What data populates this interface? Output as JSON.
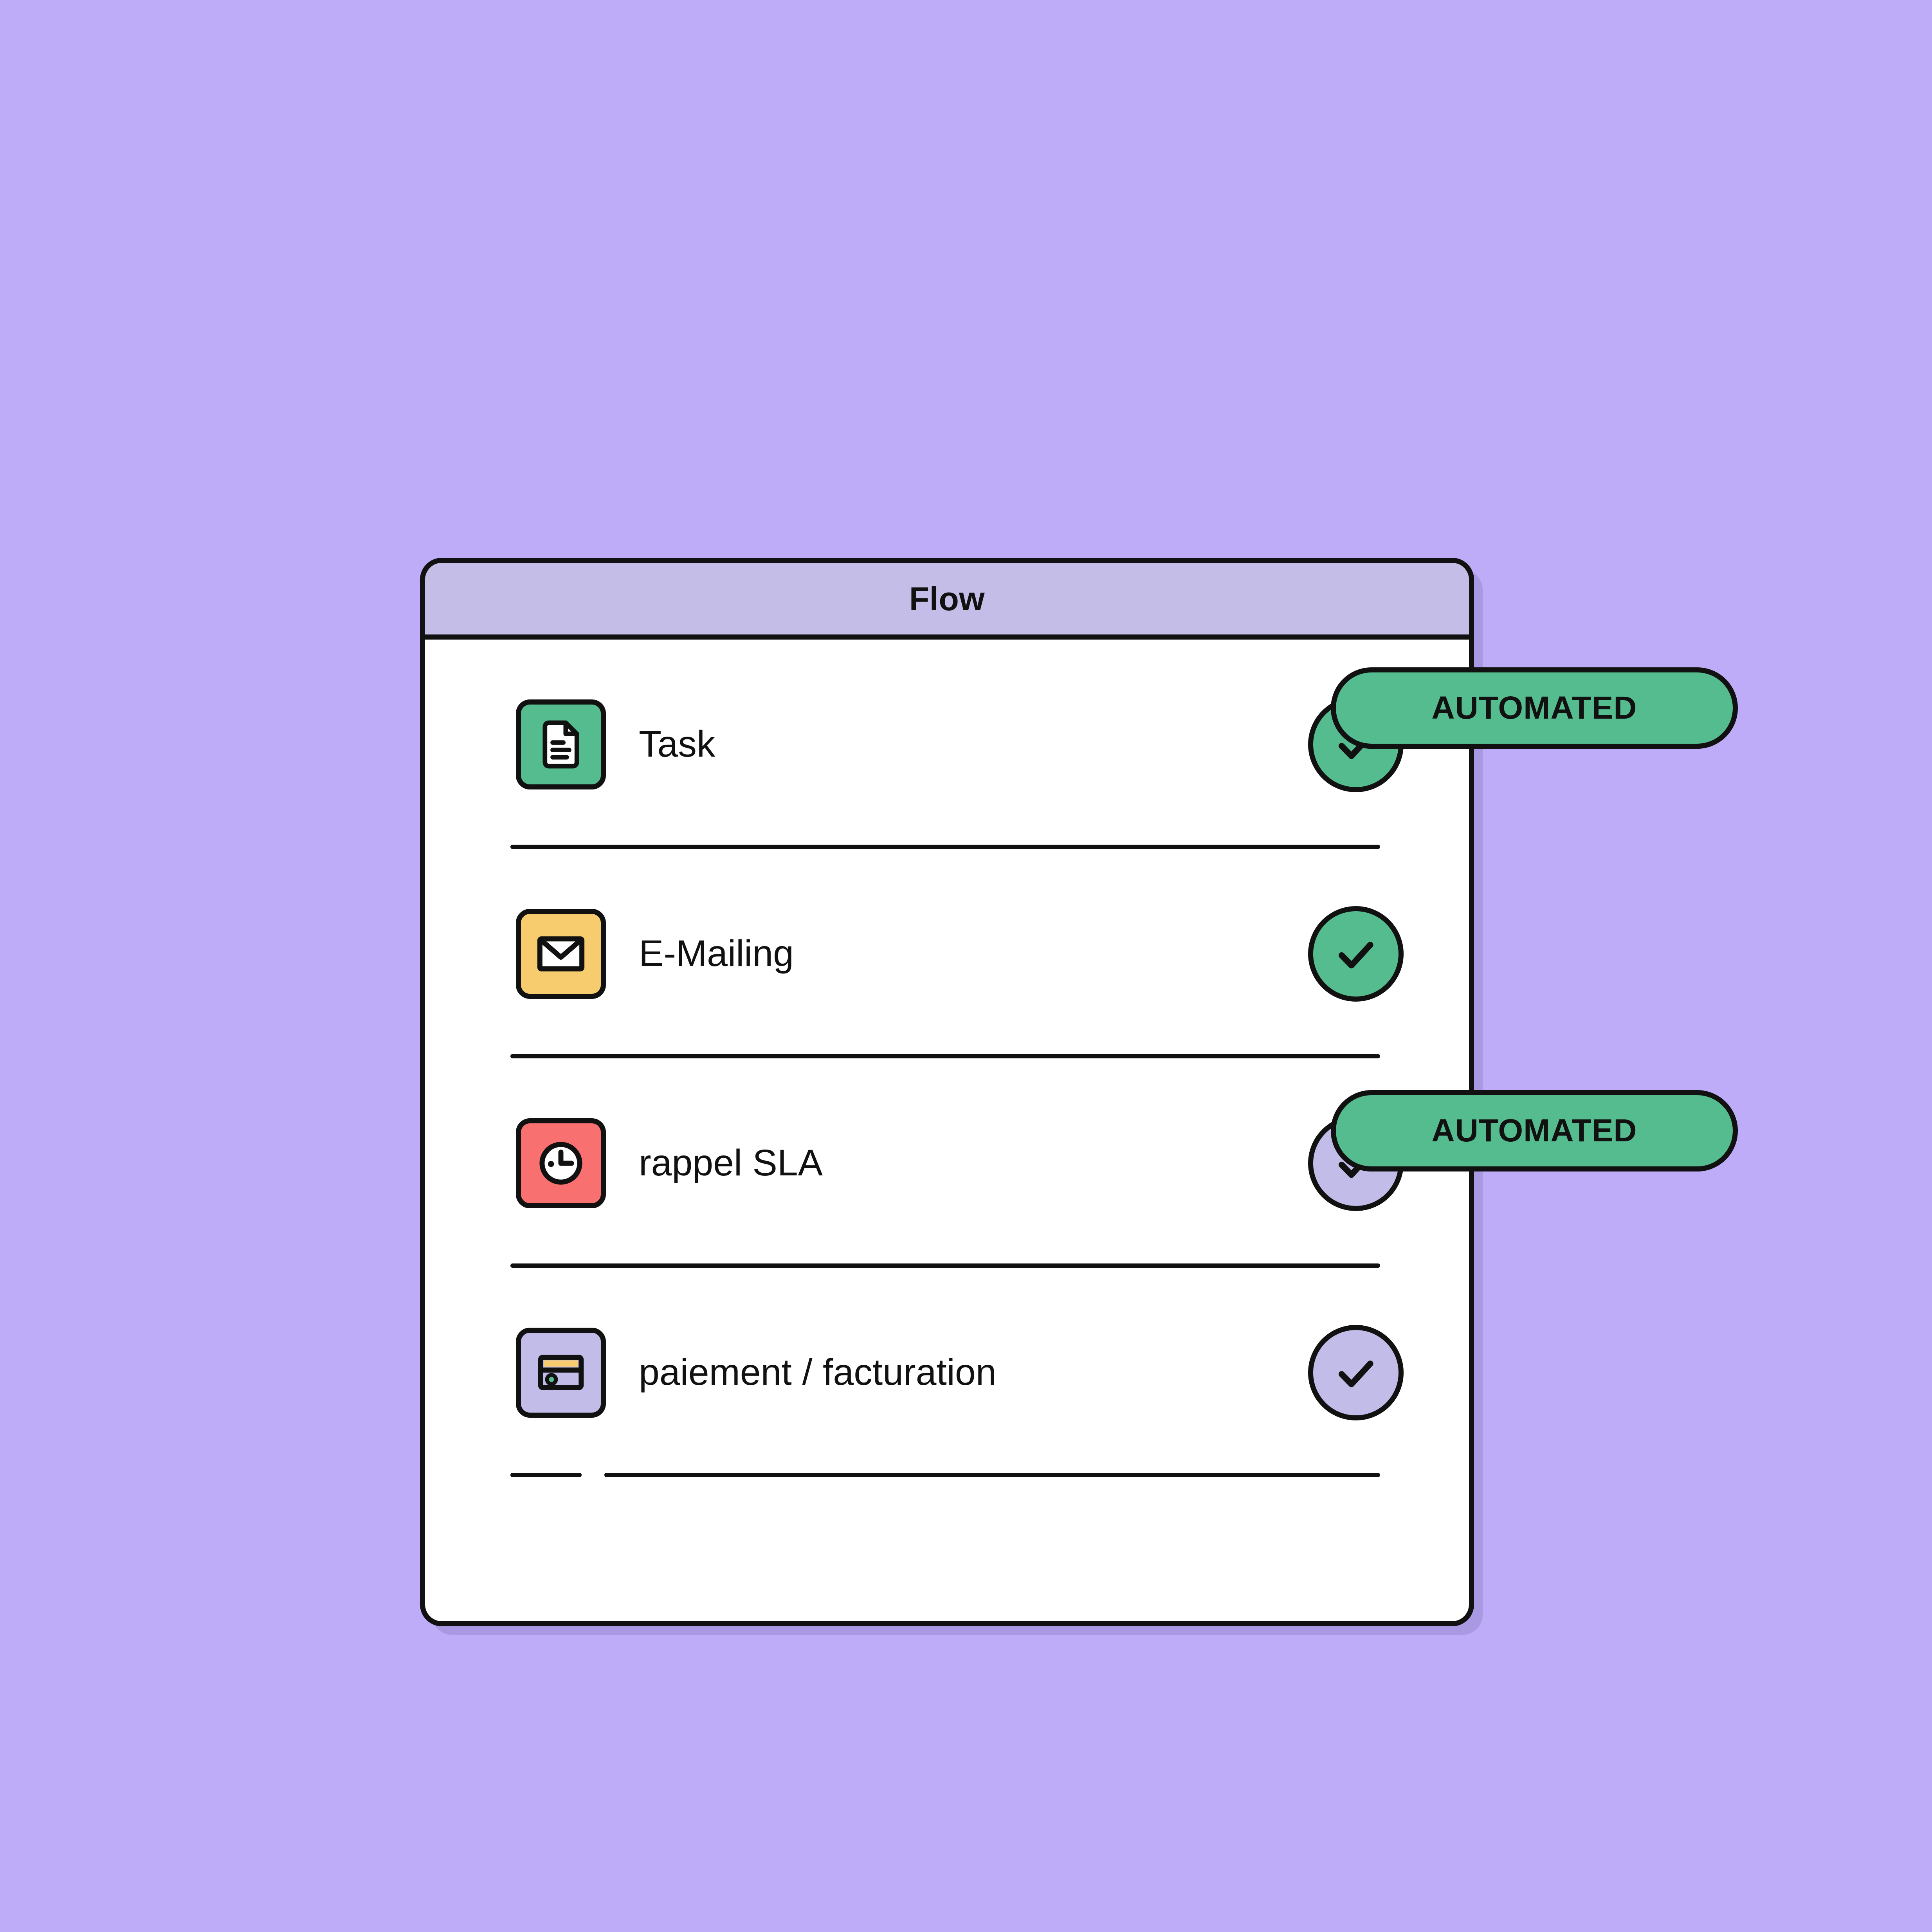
{
  "window": {
    "title": "Flow",
    "title_bar_color": "#c3bde8",
    "body_color": "#ffffff",
    "border_color": "#111111"
  },
  "page": {
    "background_color": "#bfacf8"
  },
  "rows": [
    {
      "label": "Task",
      "icon": "document-icon",
      "icon_bg": "#55bc8f",
      "status_icon": "check-icon",
      "status_color": "#55bc8f"
    },
    {
      "label": "E-Mailing",
      "icon": "envelope-icon",
      "icon_bg": "#f7cc6e",
      "status_icon": "check-icon",
      "status_color": "#55bc8f"
    },
    {
      "label": "rappel SLA",
      "icon": "clock-icon",
      "icon_bg": "#f97070",
      "status_icon": "check-icon",
      "status_color": "#c1bce8"
    },
    {
      "label": "paiement / facturation",
      "icon": "credit-card-icon",
      "icon_bg": "#c1bce8",
      "status_icon": "check-icon",
      "status_color": "#c1bce8"
    }
  ],
  "badges": [
    {
      "label": "AUTOMATED",
      "color": "#55bc8f"
    },
    {
      "label": "AUTOMATED",
      "color": "#55bc8f"
    }
  ]
}
